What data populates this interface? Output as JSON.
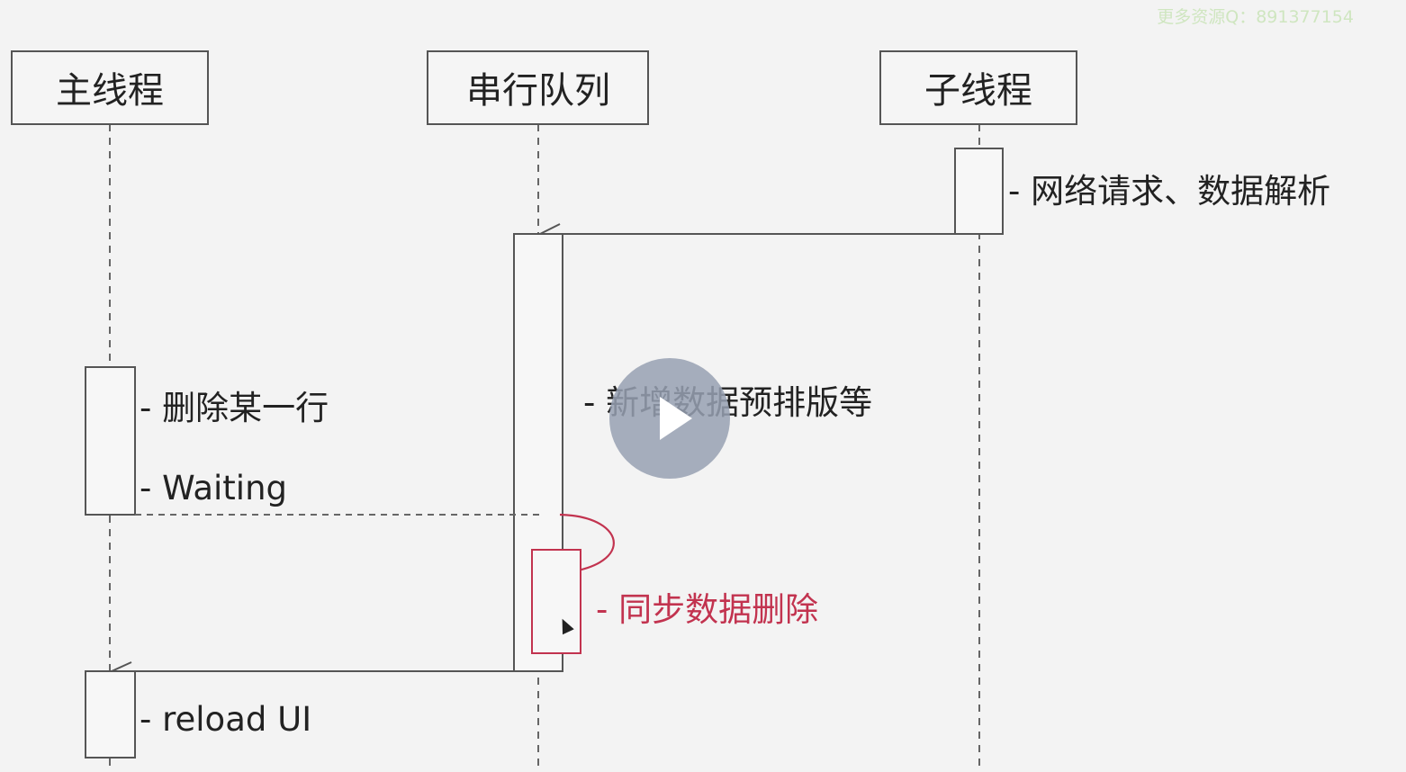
{
  "watermark": "更多资源Q：891377154",
  "lanes": {
    "main": "主线程",
    "serial": "串行队列",
    "child": "子线程"
  },
  "notes": {
    "network": "- 网络请求、数据解析",
    "delete_row": "- 删除某一行",
    "waiting": "- Waiting",
    "preformat": "- 新增数据预排版等",
    "sync_delete": "- 同步数据删除",
    "reload": "- reload UI"
  },
  "colors": {
    "line": "#555555",
    "highlight": "#c2334f",
    "overlay": "#96a0b2"
  },
  "overlay": {
    "icon": "play-icon"
  }
}
